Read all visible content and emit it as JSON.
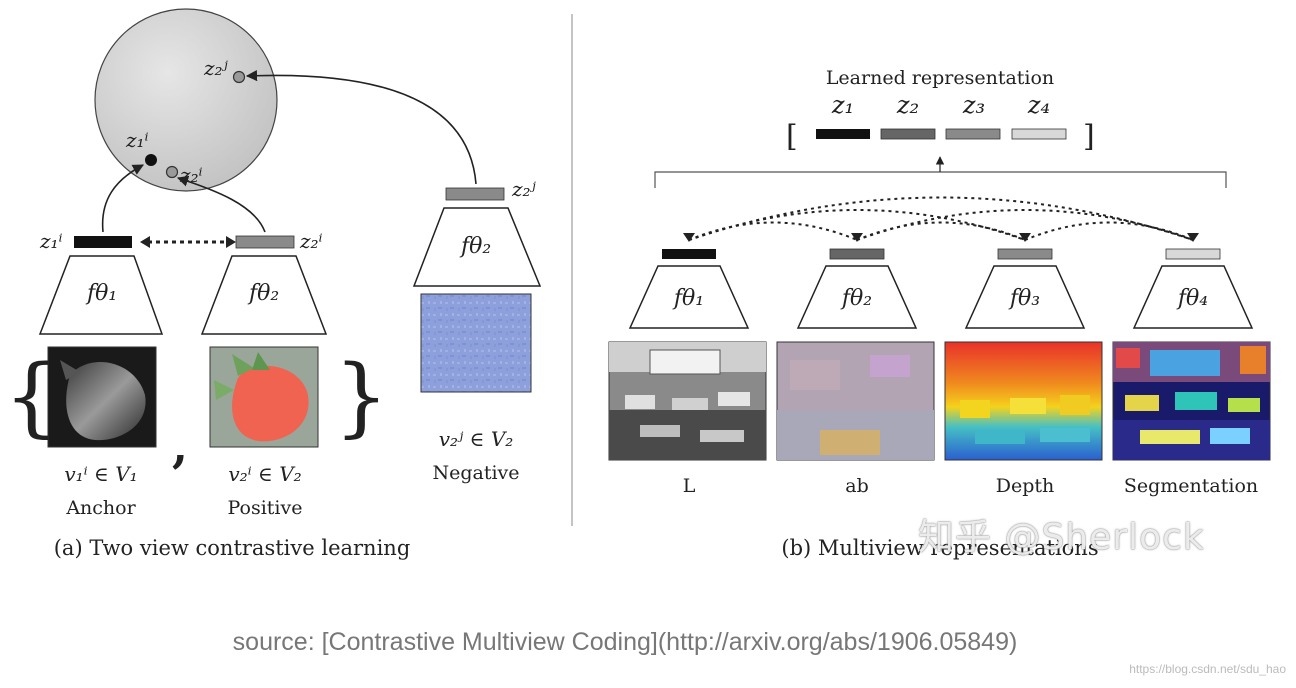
{
  "left_panel": {
    "caption": "(a) Two view contrastive learning",
    "anchor_label": "Anchor",
    "positive_label": "Positive",
    "negative_label": "Negative",
    "anchor_math": "v₁ⁱ ∈ V₁",
    "positive_math": "v₂ⁱ ∈ V₂",
    "negative_math": "v₂ʲ ∈ V₂",
    "encoders": [
      "fθ₁",
      "fθ₂",
      "fθ₂"
    ],
    "z_labels": {
      "z1i": "z₁ⁱ",
      "z2i": "z₂ⁱ",
      "z2j": "z₂ʲ"
    }
  },
  "right_panel": {
    "caption": "(b) Multiview representations",
    "learned_label": "Learned representation",
    "z_terms": [
      "z₁",
      "z₂",
      "z₃",
      "z₄"
    ],
    "encoders": [
      "fθ₁",
      "fθ₂",
      "fθ₃",
      "fθ₄"
    ],
    "view_labels": [
      "L",
      "ab",
      "Depth",
      "Segmentation"
    ],
    "bracket_left": "[",
    "bracket_right": "]"
  },
  "footer": {
    "source": "source: [Contrastive Multiview Coding](http://arxiv.org/abs/1906.05849)",
    "url_watermark": "https://blog.csdn.net/sdu_hao",
    "zh_watermark": "知乎 @Sherlock"
  },
  "colors": {
    "sphere": "#d4d4d4",
    "bar_black": "#111111",
    "bar_dark": "#666666",
    "bar_mid": "#8a8a8a",
    "bar_light": "#d8d8d8",
    "divider": "#b0b0b0"
  },
  "icons": [
    "strawberry-grayscale-image",
    "strawberry-color-image",
    "noise-blue-image",
    "classroom-l-image",
    "classroom-ab-image",
    "classroom-depth-image",
    "classroom-segmentation-image"
  ]
}
